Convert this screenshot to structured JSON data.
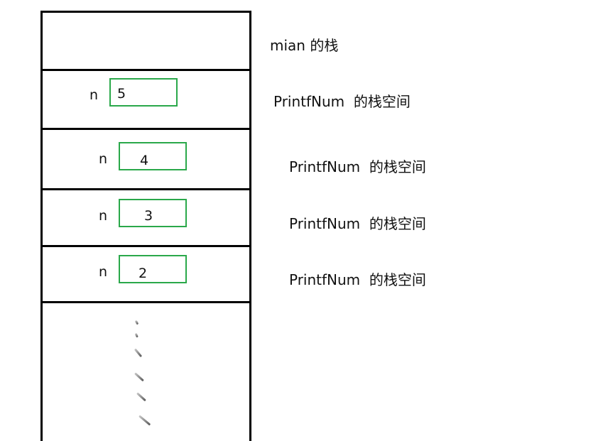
{
  "frames": [
    {
      "label": "mian 的栈"
    },
    {
      "label": "PrintfNum  的栈空间",
      "var_name": "n",
      "value": "5"
    },
    {
      "label": "PrintfNum  的栈空间",
      "var_name": "n",
      "value": "4"
    },
    {
      "label": "PrintfNum  的栈空间",
      "var_name": "n",
      "value": "3"
    },
    {
      "label": "PrintfNum  的栈空间",
      "var_name": "n",
      "value": "2"
    }
  ],
  "colors": {
    "box_border": "#2aa84a",
    "line": "#000000"
  }
}
